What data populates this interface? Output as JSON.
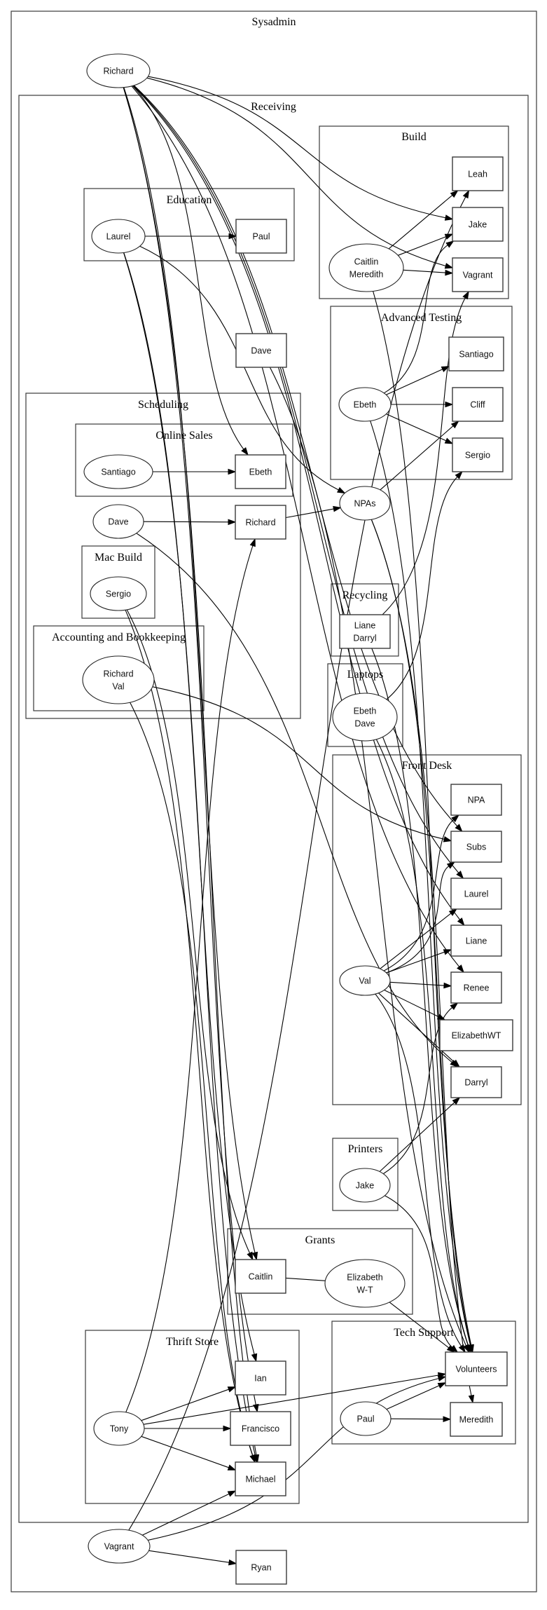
{
  "diagram": {
    "type": "directed-graph",
    "clusters": [
      {
        "id": "sysadmin",
        "label": "Sysadmin"
      },
      {
        "id": "receiving",
        "label": "Receiving"
      },
      {
        "id": "build",
        "label": "Build"
      },
      {
        "id": "education",
        "label": "Education"
      },
      {
        "id": "advanced_testing",
        "label": "Advanced Testing"
      },
      {
        "id": "scheduling",
        "label": "Scheduling"
      },
      {
        "id": "online_sales",
        "label": "Online Sales"
      },
      {
        "id": "mac_build",
        "label": "Mac Build"
      },
      {
        "id": "accounting",
        "label": "Accounting and Bookkeeping"
      },
      {
        "id": "recycling",
        "label": "Recycling"
      },
      {
        "id": "laptops",
        "label": "Laptops"
      },
      {
        "id": "front_desk",
        "label": "Front Desk"
      },
      {
        "id": "printers",
        "label": "Printers"
      },
      {
        "id": "grants",
        "label": "Grants"
      },
      {
        "id": "tech_support",
        "label": "Tech Support"
      },
      {
        "id": "thrift_store",
        "label": "Thrift Store"
      }
    ],
    "nodes": [
      {
        "id": "sys_richard",
        "lines": [
          "Richard"
        ],
        "shape": "ellipse",
        "cluster": "sysadmin"
      },
      {
        "id": "sys_vagrant",
        "lines": [
          "Vagrant"
        ],
        "shape": "ellipse",
        "cluster": "sysadmin"
      },
      {
        "id": "sys_ryan",
        "lines": [
          "Ryan"
        ],
        "shape": "box",
        "cluster": "sysadmin"
      },
      {
        "id": "build_leah",
        "lines": [
          "Leah"
        ],
        "shape": "box",
        "cluster": "build"
      },
      {
        "id": "build_jake",
        "lines": [
          "Jake"
        ],
        "shape": "box",
        "cluster": "build"
      },
      {
        "id": "build_vagrant",
        "lines": [
          "Vagrant"
        ],
        "shape": "box",
        "cluster": "build"
      },
      {
        "id": "build_cm",
        "lines": [
          "Caitlin",
          "Meredith"
        ],
        "shape": "ellipse",
        "cluster": "build"
      },
      {
        "id": "edu_laurel",
        "lines": [
          "Laurel"
        ],
        "shape": "ellipse",
        "cluster": "education"
      },
      {
        "id": "edu_paul",
        "lines": [
          "Paul"
        ],
        "shape": "box",
        "cluster": "education"
      },
      {
        "id": "recv_dave",
        "lines": [
          "Dave"
        ],
        "shape": "box",
        "cluster": "receiving"
      },
      {
        "id": "at_ebeth",
        "lines": [
          "Ebeth"
        ],
        "shape": "ellipse",
        "cluster": "advanced_testing"
      },
      {
        "id": "at_santiago",
        "lines": [
          "Santiago"
        ],
        "shape": "box",
        "cluster": "advanced_testing"
      },
      {
        "id": "at_cliff",
        "lines": [
          "Cliff"
        ],
        "shape": "box",
        "cluster": "advanced_testing"
      },
      {
        "id": "at_sergio",
        "lines": [
          "Sergio"
        ],
        "shape": "box",
        "cluster": "advanced_testing"
      },
      {
        "id": "os_santiago",
        "lines": [
          "Santiago"
        ],
        "shape": "ellipse",
        "cluster": "online_sales"
      },
      {
        "id": "os_ebeth",
        "lines": [
          "Ebeth"
        ],
        "shape": "box",
        "cluster": "online_sales"
      },
      {
        "id": "sch_dave",
        "lines": [
          "Dave"
        ],
        "shape": "ellipse",
        "cluster": "scheduling"
      },
      {
        "id": "sch_richard",
        "lines": [
          "Richard"
        ],
        "shape": "box",
        "cluster": "scheduling"
      },
      {
        "id": "mb_sergio",
        "lines": [
          "Sergio"
        ],
        "shape": "ellipse",
        "cluster": "mac_build"
      },
      {
        "id": "acc_rv",
        "lines": [
          "Richard",
          "Val"
        ],
        "shape": "ellipse",
        "cluster": "accounting"
      },
      {
        "id": "recv_npas",
        "lines": [
          "NPAs"
        ],
        "shape": "ellipse",
        "cluster": "receiving"
      },
      {
        "id": "rec_ld",
        "lines": [
          "Liane",
          "Darryl"
        ],
        "shape": "box",
        "cluster": "recycling"
      },
      {
        "id": "lap_ed",
        "lines": [
          "Ebeth",
          "Dave"
        ],
        "shape": "ellipse",
        "cluster": "laptops"
      },
      {
        "id": "fd_npa",
        "lines": [
          "NPA"
        ],
        "shape": "box",
        "cluster": "front_desk"
      },
      {
        "id": "fd_subs",
        "lines": [
          "Subs"
        ],
        "shape": "box",
        "cluster": "front_desk"
      },
      {
        "id": "fd_laurel",
        "lines": [
          "Laurel"
        ],
        "shape": "box",
        "cluster": "front_desk"
      },
      {
        "id": "fd_liane",
        "lines": [
          "Liane"
        ],
        "shape": "box",
        "cluster": "front_desk"
      },
      {
        "id": "fd_renee",
        "lines": [
          "Renee"
        ],
        "shape": "box",
        "cluster": "front_desk"
      },
      {
        "id": "fd_ewt",
        "lines": [
          "ElizabethWT"
        ],
        "shape": "box",
        "cluster": "front_desk"
      },
      {
        "id": "fd_darryl",
        "lines": [
          "Darryl"
        ],
        "shape": "box",
        "cluster": "front_desk"
      },
      {
        "id": "fd_val",
        "lines": [
          "Val"
        ],
        "shape": "ellipse",
        "cluster": "front_desk"
      },
      {
        "id": "pr_jake",
        "lines": [
          "Jake"
        ],
        "shape": "ellipse",
        "cluster": "printers"
      },
      {
        "id": "gr_caitlin",
        "lines": [
          "Caitlin"
        ],
        "shape": "box",
        "cluster": "grants"
      },
      {
        "id": "gr_ewt",
        "lines": [
          "Elizabeth",
          "W-T"
        ],
        "shape": "ellipse",
        "cluster": "grants"
      },
      {
        "id": "ts_volunteers",
        "lines": [
          "Volunteers"
        ],
        "shape": "box",
        "cluster": "tech_support"
      },
      {
        "id": "ts_paul",
        "lines": [
          "Paul"
        ],
        "shape": "ellipse",
        "cluster": "tech_support"
      },
      {
        "id": "ts_meredith",
        "lines": [
          "Meredith"
        ],
        "shape": "box",
        "cluster": "tech_support"
      },
      {
        "id": "th_tony",
        "lines": [
          "Tony"
        ],
        "shape": "ellipse",
        "cluster": "thrift_store"
      },
      {
        "id": "th_ian",
        "lines": [
          "Ian"
        ],
        "shape": "box",
        "cluster": "thrift_store"
      },
      {
        "id": "th_francisco",
        "lines": [
          "Francisco"
        ],
        "shape": "box",
        "cluster": "thrift_store"
      },
      {
        "id": "th_michael",
        "lines": [
          "Michael"
        ],
        "shape": "box",
        "cluster": "thrift_store"
      }
    ],
    "edges": [
      {
        "from": "sys_richard",
        "to": "build_jake"
      },
      {
        "from": "sys_richard",
        "to": "build_vagrant"
      },
      {
        "from": "sys_richard",
        "to": "fd_subs"
      },
      {
        "from": "sys_richard",
        "to": "fd_laurel"
      },
      {
        "from": "sys_richard",
        "to": "fd_liane"
      },
      {
        "from": "sys_richard",
        "to": "fd_renee"
      },
      {
        "from": "sys_richard",
        "to": "os_ebeth"
      },
      {
        "from": "sys_richard",
        "to": "gr_caitlin"
      },
      {
        "from": "sys_richard",
        "to": "th_francisco"
      },
      {
        "from": "sys_richard",
        "to": "th_michael"
      },
      {
        "from": "sys_vagrant",
        "to": "sys_ryan"
      },
      {
        "from": "sys_vagrant",
        "to": "th_michael"
      },
      {
        "from": "sys_vagrant",
        "to": "build_leah"
      },
      {
        "from": "sys_vagrant",
        "to": "ts_volunteers"
      },
      {
        "from": "edu_laurel",
        "to": "edu_paul"
      },
      {
        "from": "edu_laurel",
        "to": "recv_npas"
      },
      {
        "from": "edu_laurel",
        "to": "th_ian"
      },
      {
        "from": "edu_laurel",
        "to": "th_michael"
      },
      {
        "from": "build_cm",
        "to": "build_leah"
      },
      {
        "from": "build_cm",
        "to": "build_jake"
      },
      {
        "from": "build_cm",
        "to": "build_vagrant"
      },
      {
        "from": "build_cm",
        "to": "ts_volunteers"
      },
      {
        "from": "at_ebeth",
        "to": "at_santiago"
      },
      {
        "from": "at_ebeth",
        "to": "at_cliff"
      },
      {
        "from": "at_ebeth",
        "to": "at_sergio"
      },
      {
        "from": "at_ebeth",
        "to": "build_jake"
      },
      {
        "from": "at_ebeth",
        "to": "ts_volunteers"
      },
      {
        "from": "os_santiago",
        "to": "os_ebeth"
      },
      {
        "from": "sch_dave",
        "to": "sch_richard"
      },
      {
        "from": "sch_dave",
        "to": "fd_darryl"
      },
      {
        "from": "sch_richard",
        "to": "recv_npas"
      },
      {
        "from": "recv_dave",
        "to": "ts_volunteers"
      },
      {
        "from": "recv_npas",
        "to": "at_cliff"
      },
      {
        "from": "recv_npas",
        "to": "ts_volunteers"
      },
      {
        "from": "recv_npas",
        "to": "ts_meredith"
      },
      {
        "from": "mb_sergio",
        "to": "gr_caitlin"
      },
      {
        "from": "mb_sergio",
        "to": "th_michael"
      },
      {
        "from": "acc_rv",
        "to": "fd_subs"
      },
      {
        "from": "acc_rv",
        "to": "th_michael"
      },
      {
        "from": "rec_ld",
        "to": "build_vagrant"
      },
      {
        "from": "rec_ld",
        "to": "ts_volunteers"
      },
      {
        "from": "lap_ed",
        "to": "at_sergio"
      },
      {
        "from": "lap_ed",
        "to": "ts_volunteers"
      },
      {
        "from": "fd_val",
        "to": "fd_npa"
      },
      {
        "from": "fd_val",
        "to": "fd_subs"
      },
      {
        "from": "fd_val",
        "to": "fd_laurel"
      },
      {
        "from": "fd_val",
        "to": "fd_liane"
      },
      {
        "from": "fd_val",
        "to": "fd_renee"
      },
      {
        "from": "fd_val",
        "to": "fd_ewt"
      },
      {
        "from": "fd_val",
        "to": "fd_darryl"
      },
      {
        "from": "fd_val",
        "to": "ts_volunteers"
      },
      {
        "from": "pr_jake",
        "to": "fd_renee"
      },
      {
        "from": "pr_jake",
        "to": "fd_darryl"
      },
      {
        "from": "pr_jake",
        "to": "ts_volunteers"
      },
      {
        "from": "gr_caitlin",
        "to": "gr_ewt"
      },
      {
        "from": "gr_ewt",
        "to": "ts_volunteers"
      },
      {
        "from": "ts_paul",
        "to": "ts_volunteers"
      },
      {
        "from": "ts_paul",
        "to": "ts_meredith"
      },
      {
        "from": "th_tony",
        "to": "th_ian"
      },
      {
        "from": "th_tony",
        "to": "th_francisco"
      },
      {
        "from": "th_tony",
        "to": "th_michael"
      },
      {
        "from": "th_tony",
        "to": "sch_richard"
      },
      {
        "from": "th_tony",
        "to": "ts_volunteers"
      }
    ]
  }
}
